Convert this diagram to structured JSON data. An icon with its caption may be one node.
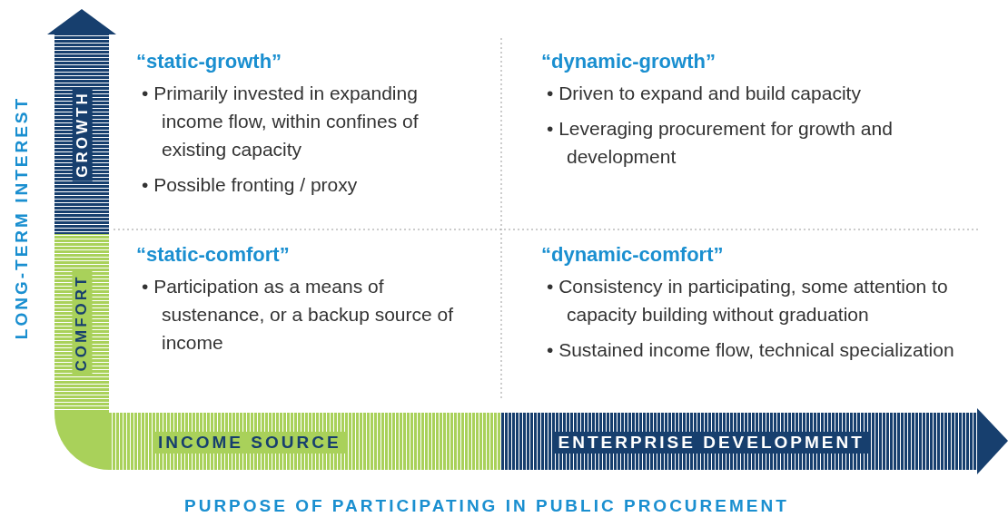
{
  "diagram": {
    "nodes": [
      {
        "text": [
          "“static-growth”",
          "• Primarily invested in expanding income flow, within confines of existing capacity",
          "• Possible fronting / proxy"
        ]
      },
      {
        "text": [
          "“dynamic-growth”",
          "• Driven to expand and build capacity",
          "• Leveraging procurement for growth and development"
        ]
      },
      {
        "text": [
          "“static-comfort”",
          "• Participation as a means of sustenance, or a backup source of income"
        ]
      },
      {
        "text": [
          "“dynamic-comfort”",
          "• Consistency in participating, some attention to capacity building without graduation",
          "• Sustained income flow, technical specialization"
        ]
      }
    ],
    "edges": [],
    "labels": [
      "LONG-TERM INTEREST",
      "GROWTH",
      "COMFORT",
      "INCOME SOURCE",
      "ENTERPRISE DEVELOPMENT",
      "PURPOSE OF PARTICIPATING IN PUBLIC PROCUREMENT"
    ]
  }
}
